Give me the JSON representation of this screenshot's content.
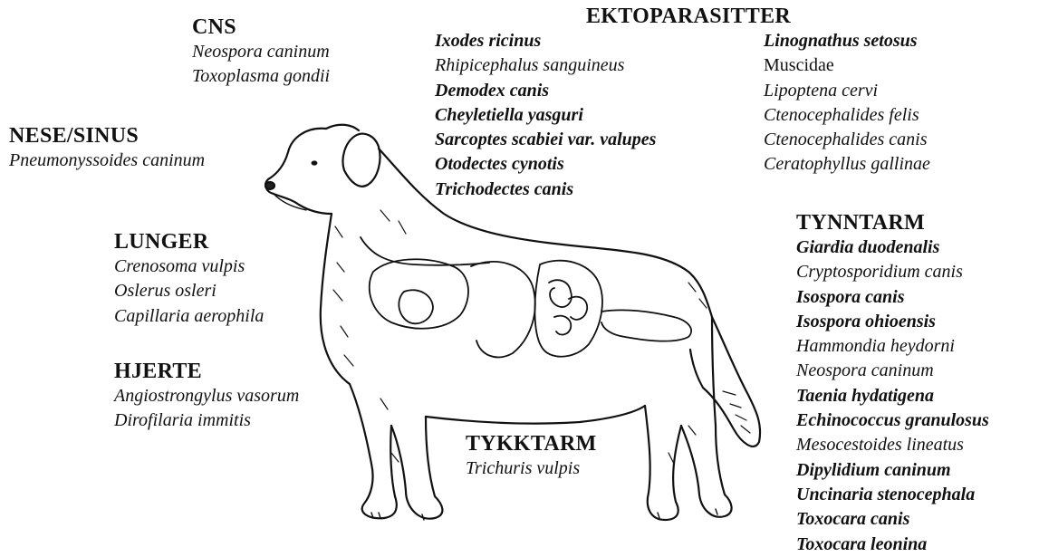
{
  "groups": [
    {
      "id": "cns",
      "heading": "CNS",
      "items": [
        {
          "text": "Neospora caninum",
          "italic": true,
          "bold": false
        },
        {
          "text": "Toxoplasma gondii",
          "italic": true,
          "bold": false
        }
      ]
    },
    {
      "id": "nese",
      "heading": "NESE/SINUS",
      "items": [
        {
          "text": "Pneumonyssoides caninum",
          "italic": true,
          "bold": false
        }
      ]
    },
    {
      "id": "lunger",
      "heading": "LUNGER",
      "items": [
        {
          "text": "Crenosoma vulpis",
          "italic": true,
          "bold": false
        },
        {
          "text": "Oslerus osleri",
          "italic": true,
          "bold": false
        },
        {
          "text": "Capillaria aerophila",
          "italic": true,
          "bold": false
        }
      ]
    },
    {
      "id": "hjerte",
      "heading": "HJERTE",
      "items": [
        {
          "text": "Angiostrongylus vasorum",
          "italic": true,
          "bold": false
        },
        {
          "text": "Dirofilaria immitis",
          "italic": true,
          "bold": false
        }
      ]
    },
    {
      "id": "ekto",
      "heading": "EKTOPARASITTER",
      "items": []
    },
    {
      "id": "ekto1",
      "heading": "",
      "items": [
        {
          "text": "Ixodes ricinus",
          "italic": true,
          "bold": true
        },
        {
          "text": "Rhipicephalus sanguineus",
          "italic": true,
          "bold": false
        },
        {
          "text": "Demodex canis",
          "italic": true,
          "bold": true
        },
        {
          "text": "Cheyletiella yasguri",
          "italic": true,
          "bold": true
        },
        {
          "text": "Sarcoptes scabiei var. valupes",
          "italic": true,
          "bold": true
        },
        {
          "text": "Otodectes cynotis",
          "italic": true,
          "bold": true
        },
        {
          "text": "Trichodectes canis",
          "italic": true,
          "bold": true
        }
      ]
    },
    {
      "id": "ekto2",
      "heading": "",
      "items": [
        {
          "text": "Linognathus setosus",
          "italic": true,
          "bold": true
        },
        {
          "text": "Muscidae",
          "italic": false,
          "bold": false
        },
        {
          "text": "Lipoptena cervi",
          "italic": true,
          "bold": false
        },
        {
          "text": "Ctenocephalides felis",
          "italic": true,
          "bold": false
        },
        {
          "text": "Ctenocephalides canis",
          "italic": true,
          "bold": false
        },
        {
          "text": "Ceratophyllus gallinae",
          "italic": true,
          "bold": false
        }
      ]
    },
    {
      "id": "tynntarm",
      "heading": "TYNNTARM",
      "items": [
        {
          "text": "Giardia duodenalis",
          "italic": true,
          "bold": true
        },
        {
          "text": "Cryptosporidium canis",
          "italic": true,
          "bold": false
        },
        {
          "text": "Isospora canis",
          "italic": true,
          "bold": true
        },
        {
          "text": "Isospora ohioensis",
          "italic": true,
          "bold": true
        },
        {
          "text": "Hammondia heydorni",
          "italic": true,
          "bold": false
        },
        {
          "text": "Neospora caninum",
          "italic": true,
          "bold": false
        },
        {
          "text": "Taenia hydatigena",
          "italic": true,
          "bold": true
        },
        {
          "text": "Echinococcus granulosus",
          "italic": true,
          "bold": true
        },
        {
          "text": "Mesocestoides lineatus",
          "italic": true,
          "bold": false
        },
        {
          "text": "Dipylidium caninum",
          "italic": true,
          "bold": true
        },
        {
          "text": "Uncinaria stenocephala",
          "italic": true,
          "bold": true
        },
        {
          "text": "Toxocara canis",
          "italic": true,
          "bold": true
        },
        {
          "text": "Toxocara leonina",
          "italic": true,
          "bold": true
        }
      ]
    },
    {
      "id": "tykktarm",
      "heading": "TYKKTARM",
      "items": [
        {
          "text": "Trichuris vulpis",
          "italic": true,
          "bold": false
        }
      ]
    }
  ]
}
